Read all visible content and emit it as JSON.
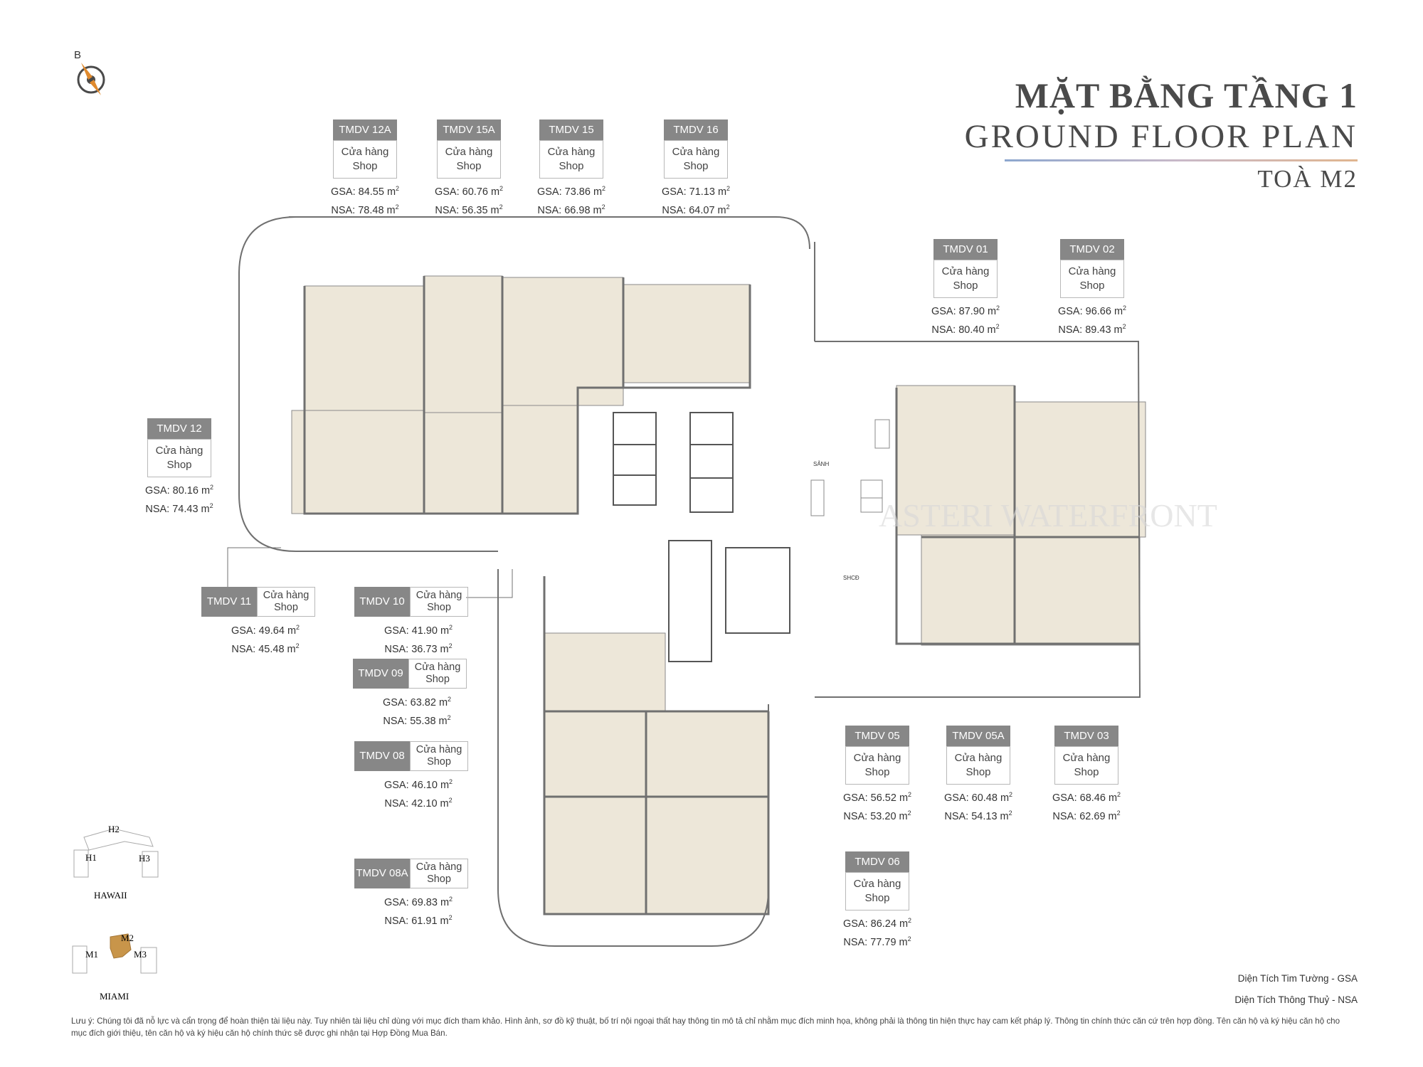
{
  "title": {
    "vn": "MẶT BẰNG TẦNG 1",
    "en": "GROUND FLOOR PLAN",
    "building": "TOÀ M2"
  },
  "compass": {
    "label": "B"
  },
  "colors": {
    "unit_fill": "#ede7d9",
    "wall": "#707070",
    "tag": "#878787",
    "key_highlight": "#c8954a"
  },
  "plan_labels": {
    "lobby": "SẢNH",
    "community": "SHCĐ",
    "watermark": "ASTERI WATERFRONT"
  },
  "units": [
    {
      "code": "TMDV 12A",
      "name": "Cửa hàng\nShop",
      "gsa": "GSA: 84.55 m",
      "nsa": "NSA: 78.48 m"
    },
    {
      "code": "TMDV 15A",
      "name": "Cửa hàng\nShop",
      "gsa": "GSA: 60.76 m",
      "nsa": "NSA: 56.35 m"
    },
    {
      "code": "TMDV 15",
      "name": "Cửa hàng\nShop",
      "gsa": "GSA: 73.86 m",
      "nsa": "NSA: 66.98 m"
    },
    {
      "code": "TMDV 16",
      "name": "Cửa hàng\nShop",
      "gsa": "GSA: 71.13 m",
      "nsa": "NSA: 64.07 m"
    },
    {
      "code": "TMDV 01",
      "name": "Cửa hàng\nShop",
      "gsa": "GSA: 87.90 m",
      "nsa": "NSA: 80.40 m"
    },
    {
      "code": "TMDV 02",
      "name": "Cửa hàng\nShop",
      "gsa": "GSA: 96.66 m",
      "nsa": "NSA: 89.43 m"
    },
    {
      "code": "TMDV 12",
      "name": "Cửa hàng\nShop",
      "gsa": "GSA: 80.16 m",
      "nsa": "NSA: 74.43 m"
    },
    {
      "code": "TMDV 05",
      "name": "Cửa hàng\nShop",
      "gsa": "GSA: 56.52 m",
      "nsa": "NSA: 53.20 m"
    },
    {
      "code": "TMDV 05A",
      "name": "Cửa hàng\nShop",
      "gsa": "GSA: 60.48 m",
      "nsa": "NSA: 54.13 m"
    },
    {
      "code": "TMDV 03",
      "name": "Cửa hàng\nShop",
      "gsa": "GSA: 68.46 m",
      "nsa": "NSA: 62.69 m"
    },
    {
      "code": "TMDV 06",
      "name": "Cửa hàng\nShop",
      "gsa": "GSA: 86.24 m",
      "nsa": "NSA: 77.79 m"
    }
  ],
  "hunits": [
    {
      "code": "TMDV 11",
      "name": "Cửa hàng\nShop",
      "gsa": "GSA: 49.64 m",
      "nsa": "NSA: 45.48 m"
    },
    {
      "code": "TMDV 10",
      "name": "Cửa hàng\nShop",
      "gsa": "GSA: 41.90 m",
      "nsa": "NSA: 36.73 m"
    },
    {
      "code": "TMDV 09",
      "name": "Cửa hàng\nShop",
      "gsa": "GSA: 63.82 m",
      "nsa": "NSA: 55.38 m"
    },
    {
      "code": "TMDV 08",
      "name": "Cửa hàng\nShop",
      "gsa": "GSA: 46.10 m",
      "nsa": "NSA: 42.10 m"
    },
    {
      "code": "TMDV 08A",
      "name": "Cửa hàng\nShop",
      "gsa": "GSA: 69.83 m",
      "nsa": "NSA: 61.91 m"
    }
  ],
  "area_unit_sup": "2",
  "key_plans": {
    "hawaii": {
      "name": "HAWAII",
      "blocks": [
        "H1",
        "H2",
        "H3"
      ]
    },
    "miami": {
      "name": "MIAMI",
      "blocks": [
        "M1",
        "M2",
        "M3"
      ]
    }
  },
  "legend": {
    "gsa": "Diện Tích Tim Tường - GSA",
    "nsa": "Diện Tích Thông Thuỷ - NSA"
  },
  "note": "Lưu ý: Chúng tôi đã nỗ lực và cẩn trọng để hoàn thiện tài liệu này. Tuy nhiên tài liệu chỉ dùng với mục đích tham khảo. Hình ảnh, sơ đồ kỹ thuật, bố trí nội ngoại thất hay thông tin mô tả chỉ nhằm mục đích minh họa, không phải là thông tin hiện thực hay cam kết pháp lý. Thông tin chính thức căn cứ trên hợp đồng. Tên căn hộ và ký hiệu căn hộ cho mục đích giới thiệu, tên căn hộ và ký hiệu căn hộ chính thức sẽ được ghi nhận tại Hợp Đồng Mua Bán."
}
